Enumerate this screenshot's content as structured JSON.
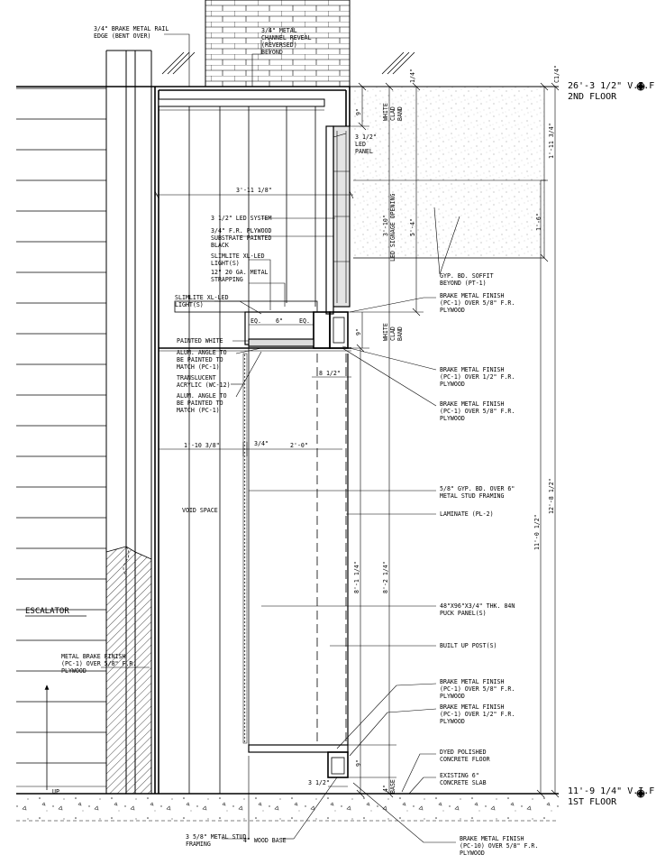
{
  "labels": {
    "brake_rail": [
      "3/4\" BRAKE METAL RAIL",
      "EDGE (BENT OVER)"
    ],
    "channel_reveal": [
      "3/4\" METAL",
      "CHANNEL REVEAL",
      "(REVERSED)",
      "BEYOND"
    ],
    "elev_2nd": "26'-3 1/2\" V.I.F.",
    "floor_2nd": "2ND FLOOR",
    "elev_1st": "11'-9 1/4\" V.I.F.",
    "floor_1st": "1ST FLOOR",
    "white_clad_band": [
      "WHITE",
      "CLAD",
      "BAND"
    ],
    "led_panel": [
      "3 1/2\"",
      "LED",
      "PANEL"
    ],
    "led_signage_opening": "LED SIGNAGE OPENING",
    "led_system": "3 1/2\" LED SYSTEM",
    "plywood_substrate": [
      "3/4\" F.R. PLYWOOD",
      "SUBSTRATE PAINTED",
      "BLACK"
    ],
    "slimlite_lights_1": [
      "SLIMLITE XL-LED",
      "LIGHT(S)"
    ],
    "strapping": [
      "12\" 20 GA. METAL",
      "STRAPPING"
    ],
    "slimlite_lights_2": [
      "SLIMLITE XL-LED",
      "LIGHT(S)"
    ],
    "painted_white": "PAINTED WHITE",
    "alum_angle_1": [
      "ALUM. ANGLE TO",
      "BE PAINTED TO",
      "MATCH (PC-1)"
    ],
    "translucent_acrylic": [
      "TRANSLUCENT",
      "ACRYLIC (WC-12)"
    ],
    "alum_angle_2": [
      "ALUM. ANGLE TO",
      "BE PAINTED TO",
      "MATCH (PC-1)"
    ],
    "gyp_soffit": [
      "GYP. BD. SOFFIT",
      "BEYOND (PT-1)"
    ],
    "brake_finish_58": [
      "BRAKE METAL FINISH",
      "(PC-1) OVER 5/8\" F.R.",
      "PLYWOOD"
    ],
    "brake_finish_12": [
      "BRAKE METAL FINISH",
      "(PC-1) OVER 1/2\" F.R.",
      "PLYWOOD"
    ],
    "brake_finish_58_b": [
      "BRAKE METAL FINISH",
      "(PC-1) OVER 5/8\" F.R.",
      "PLYWOOD"
    ],
    "gyp_stud": [
      "5/8\" GYP. BD. OVER 6\"",
      "METAL STUD FRAMING"
    ],
    "laminate": "LAMINATE (PL-2)",
    "puck_panels": [
      "48\"X96\"X3/4\" THK. 84N",
      "PUCK PANEL(S)"
    ],
    "built_up_post": "BUILT UP POST(S)",
    "brake_finish_58_c": [
      "BRAKE METAL FINISH",
      "(PC-1) OVER 5/8\" F.R.",
      "PLYWOOD"
    ],
    "brake_finish_12_b": [
      "BRAKE METAL FINISH",
      "(PC-1) OVER 1/2\" F.R.",
      "PLYWOOD"
    ],
    "polished_floor": [
      "DYED POLISHED",
      "CONCRETE FLOOR"
    ],
    "existing_slab": [
      "EXISTING 6\"",
      "CONCRETE SLAB"
    ],
    "void_space": "VOID SPACE",
    "escalator": "ESCALATOR",
    "metal_brake_left": [
      "METAL BRAKE FINISH",
      "(PC-1) OVER 5/8\" F.R.",
      "PLYWOOD"
    ],
    "stud_framing": [
      "3 5/8\" METAL STUD",
      "FRAMING"
    ],
    "wood_base": "4\" WOOD BASE",
    "brake_finish_pc10": [
      "BRAKE METAL FINISH",
      "(PC-10) OVER 5/8\" F.R.",
      "PLYWOOD"
    ],
    "up": "UP"
  },
  "dims": {
    "d_3_11_18": "3'-11 1/8\"",
    "d_1_4_top": "1/4\"",
    "d_c1_4": "C1/4\"",
    "d_9_top": "9\"",
    "d_3_10": "3'-10\"",
    "d_5_4": "5'-4\"",
    "d_1_11_34": "1'-11 3/4\"",
    "d_1_6": "1'-6\"",
    "d_9_mid": "9\"",
    "d_eq1": "EQ.",
    "d_6": "6\"",
    "d_eq2": "EQ.",
    "d_8_12": "8 1/2\"",
    "d_1_10_38": "1'-10 3/8\"",
    "d_3_4": "3/4\"",
    "d_2_0": "2'-0\"",
    "d_8_1_14": "8'-1 1/4\"",
    "d_8_2_14": "8'-2 1/4\"",
    "d_12_8_12": "12'-8 1/2\"",
    "d_11_0_12": "11'-0 1/2\"",
    "d_9_bot": "9\"",
    "d_3_12": "3 1/2\"",
    "d_4": "4\"",
    "d_base": "BASE"
  }
}
